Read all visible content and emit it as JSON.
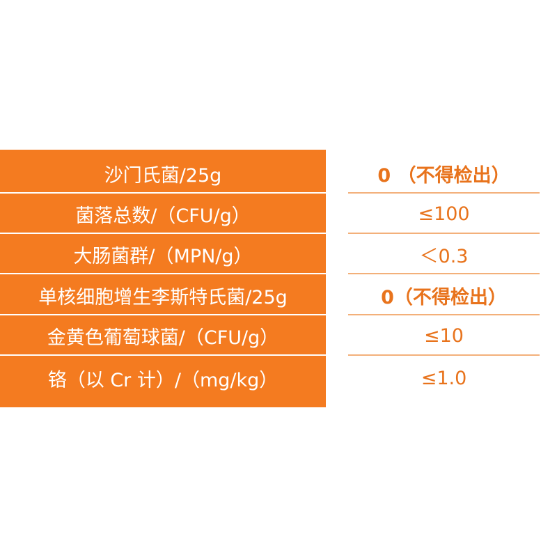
{
  "colors": {
    "panel": "#f47b20",
    "value_text": "#e8731c",
    "value_divider": "#f3b07a"
  },
  "rows": [
    {
      "label": "沙门氏菌/25g",
      "value": "0 （不得检出）"
    },
    {
      "label": "菌落总数/（CFU/g）",
      "value": "≤100"
    },
    {
      "label": "大肠菌群/（MPN/g）",
      "value": "＜0.3"
    },
    {
      "label": "单核细胞增生李斯特氏菌/25g",
      "value": "0（不得检出）"
    },
    {
      "label": "金黄色葡萄球菌/（CFU/g）",
      "value": "≤10"
    },
    {
      "label": "铬（以 Cr 计）/（mg/kg）",
      "value": "≤1.0"
    }
  ]
}
